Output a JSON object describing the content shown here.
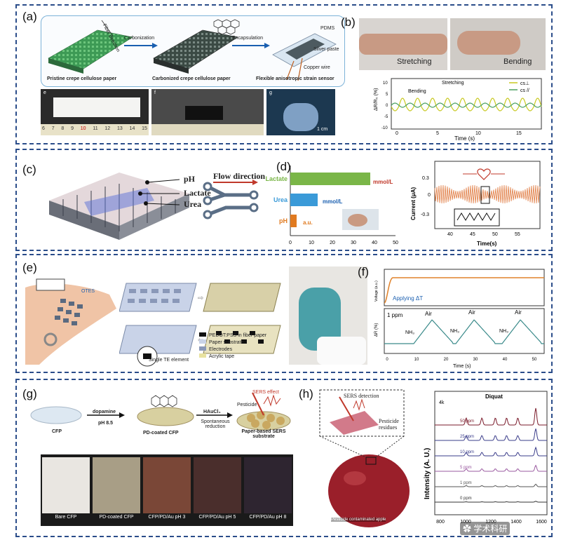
{
  "panels": {
    "a": {
      "label": "(a)",
      "axis_label": "Fiber direction",
      "stage1": "Pristine crepe cellulose paper",
      "stage2": "Carbonized crepe cellulose paper",
      "stage3": "Flexible anisotropic strain sensor",
      "arrow1": "Carbonization",
      "arrow2": "Encapsulation",
      "pdms": "PDMS",
      "silver": "Silver paste",
      "copper": "Copper wire",
      "photo_e": "e",
      "photo_f": "f",
      "photo_g": "g",
      "scale": "1 cm",
      "ruler": [
        "6",
        "7",
        "8",
        "9",
        "10",
        "11",
        "12",
        "13",
        "14",
        "15"
      ]
    },
    "b": {
      "label": "(b)",
      "stretch": "Stretching",
      "bend": "Bending",
      "ann_bend": "Bending",
      "ann_stretch": "Stretching",
      "legend1": "cs⊥",
      "legend2": "cs //",
      "ylabel": "ΔR/R₀ (%)",
      "xlabel": "Time (s)",
      "xticks": [
        "0",
        "5",
        "10",
        "15"
      ],
      "yticks": [
        "10",
        "5",
        "0",
        "-5",
        "-10"
      ]
    },
    "c": {
      "label": "(c)",
      "ph": "pH",
      "lactate": "Lactate",
      "urea": "Urea",
      "flow": "Flow direction"
    },
    "d": {
      "label": "(d)",
      "unit1": "mmol/L",
      "unit2": "mmol/L",
      "unit3": "a.u.",
      "xticks": [
        "0",
        "10",
        "20",
        "30",
        "40",
        "50"
      ]
    },
    "d2": {
      "ylabel": "Current (μA)",
      "xlabel": "Time(s)",
      "yticks": [
        "0.3",
        "0",
        "-0.3"
      ],
      "xticks": [
        "40",
        "45",
        "50",
        "55"
      ]
    },
    "e": {
      "label": "(e)",
      "otes": "OTES",
      "single": "Single TE element",
      "legend": [
        "PEDOT:PSS in fiber paper",
        "Paper substrate",
        "Electrodes",
        "Acrylic tape"
      ]
    },
    "f": {
      "label": "(f)",
      "applying": "Applying ΔT",
      "v_label": "Voltage (a.u.)",
      "ppm": "1 ppm",
      "nh3": "NH₃",
      "air": "Air",
      "y2label": "ΔR (%)",
      "xlabel": "Time (s)",
      "xticks": [
        "0",
        "10",
        "20",
        "30",
        "40",
        "50"
      ]
    },
    "g": {
      "label": "(g)",
      "cfp": "CFP",
      "dopamine": "dopamine",
      "ph": "pH 8.5",
      "pd": "PD-coated CFP",
      "haucl": "HAuCl₄",
      "spont": "Spontaneous reduction",
      "sers_effect": "SERS effect",
      "pesticide": "Pesticide",
      "substrate": "Paper-based SERS substrate",
      "swatches": [
        "Bare CFP",
        "PD-coated CFP",
        "CFP/PD/Au  pH 3",
        "CFP/PD/Au  pH 5",
        "CFP/PD/Au  pH 8"
      ],
      "colors": [
        "#e9e6e1",
        "#a89e86",
        "#7a4737",
        "#4a2e2c",
        "#2e2530"
      ]
    },
    "h": {
      "label": "(h)",
      "sers": "SERS detection",
      "residues": "Pesticide residues",
      "apple": "Pesticide contaminated apple"
    },
    "h2": {
      "title": "Diquat",
      "scale": "4k",
      "ylabel": "Intensity (A. U.)",
      "xticks": [
        "800",
        "1000",
        "1200",
        "1400",
        "1600"
      ],
      "series": [
        "50 ppm",
        "25 ppm",
        "10 ppm",
        "5 ppm",
        "1 ppm",
        "0 ppm"
      ],
      "colors": [
        "#7a1a2a",
        "#3a3c8a",
        "#3a3c8a",
        "#9a5aa0",
        "#555",
        "#333"
      ]
    },
    "watermark": "学术科研"
  }
}
